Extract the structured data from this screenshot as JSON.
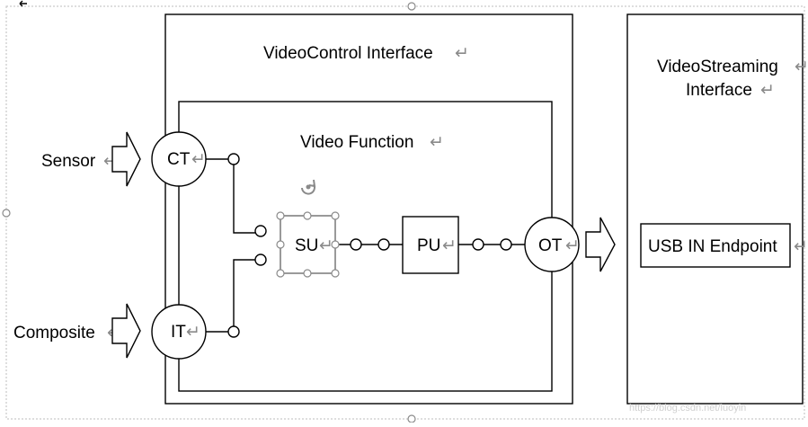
{
  "diagram": {
    "videocontrol_interface": {
      "label": "VideoControl Interface"
    },
    "videostreaming_interface": {
      "label_line1": "VideoStreaming",
      "label_line2": "Interface"
    },
    "video_function": {
      "label": "Video Function"
    },
    "inputs": [
      {
        "id": "sensor",
        "label": "Sensor"
      },
      {
        "id": "composite",
        "label": "Composite"
      }
    ],
    "units": {
      "ct": "CT",
      "it": "IT",
      "su": "SU",
      "pu": "PU",
      "ot": "OT"
    },
    "endpoint": {
      "label": "USB IN Endpoint"
    },
    "return_mark": "↵",
    "watermark": "https://blog.csdn.net/luoyin"
  },
  "colors": {
    "stroke": "#000000",
    "selection": "#9a9a9a",
    "return_mark": "#8a8a8a",
    "canvas_border": "#bdbdbd"
  }
}
